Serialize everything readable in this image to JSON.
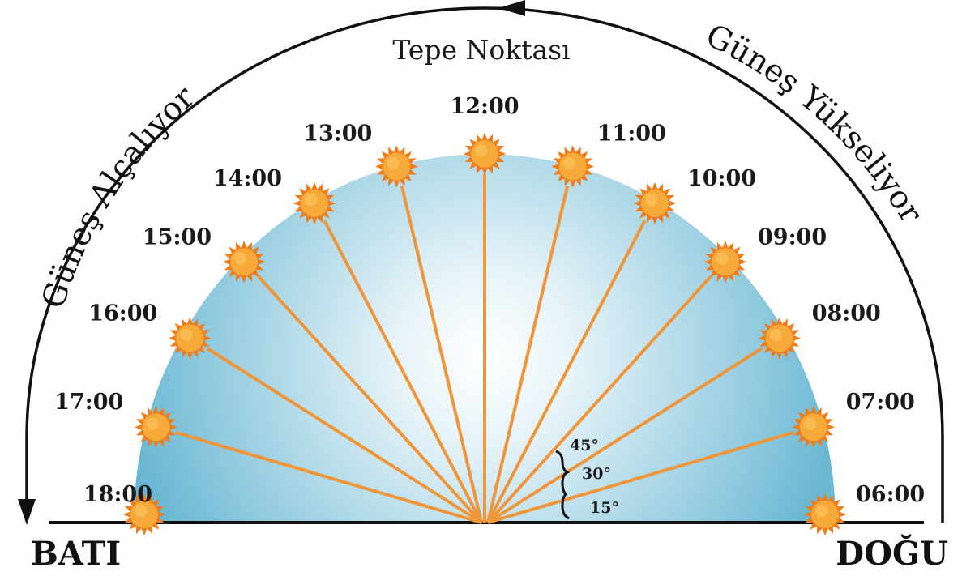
{
  "zenith_label": "Tepe Noktası",
  "rising_label": "Güneş Yükseliyor",
  "setting_label": "Güneş Alçalıyor",
  "east_label": "DOĞU",
  "west_label": "BATI",
  "angle_labels": [
    "15°",
    "30°",
    "45°"
  ],
  "sun_positions": [
    {
      "time": "06:00",
      "altitude_deg": 0
    },
    {
      "time": "07:00",
      "altitude_deg": 15
    },
    {
      "time": "08:00",
      "altitude_deg": 30
    },
    {
      "time": "09:00",
      "altitude_deg": 45
    },
    {
      "time": "10:00",
      "altitude_deg": 60
    },
    {
      "time": "11:00",
      "altitude_deg": 75
    },
    {
      "time": "12:00",
      "altitude_deg": 90
    },
    {
      "time": "13:00",
      "altitude_deg": 105
    },
    {
      "time": "14:00",
      "altitude_deg": 120
    },
    {
      "time": "15:00",
      "altitude_deg": 135
    },
    {
      "time": "16:00",
      "altitude_deg": 150
    },
    {
      "time": "17:00",
      "altitude_deg": 165
    },
    {
      "time": "18:00",
      "altitude_deg": 180
    }
  ],
  "colors": {
    "sky_center": "#ffffff",
    "sky_edge": "#6bb8d4",
    "ray": "#f0963a",
    "sun_core": "#f7a93a",
    "sun_rays": "#f07d1a",
    "ink": "#111111"
  },
  "icons": {
    "sun": "sun-icon",
    "arrow": "arrowhead-icon"
  }
}
